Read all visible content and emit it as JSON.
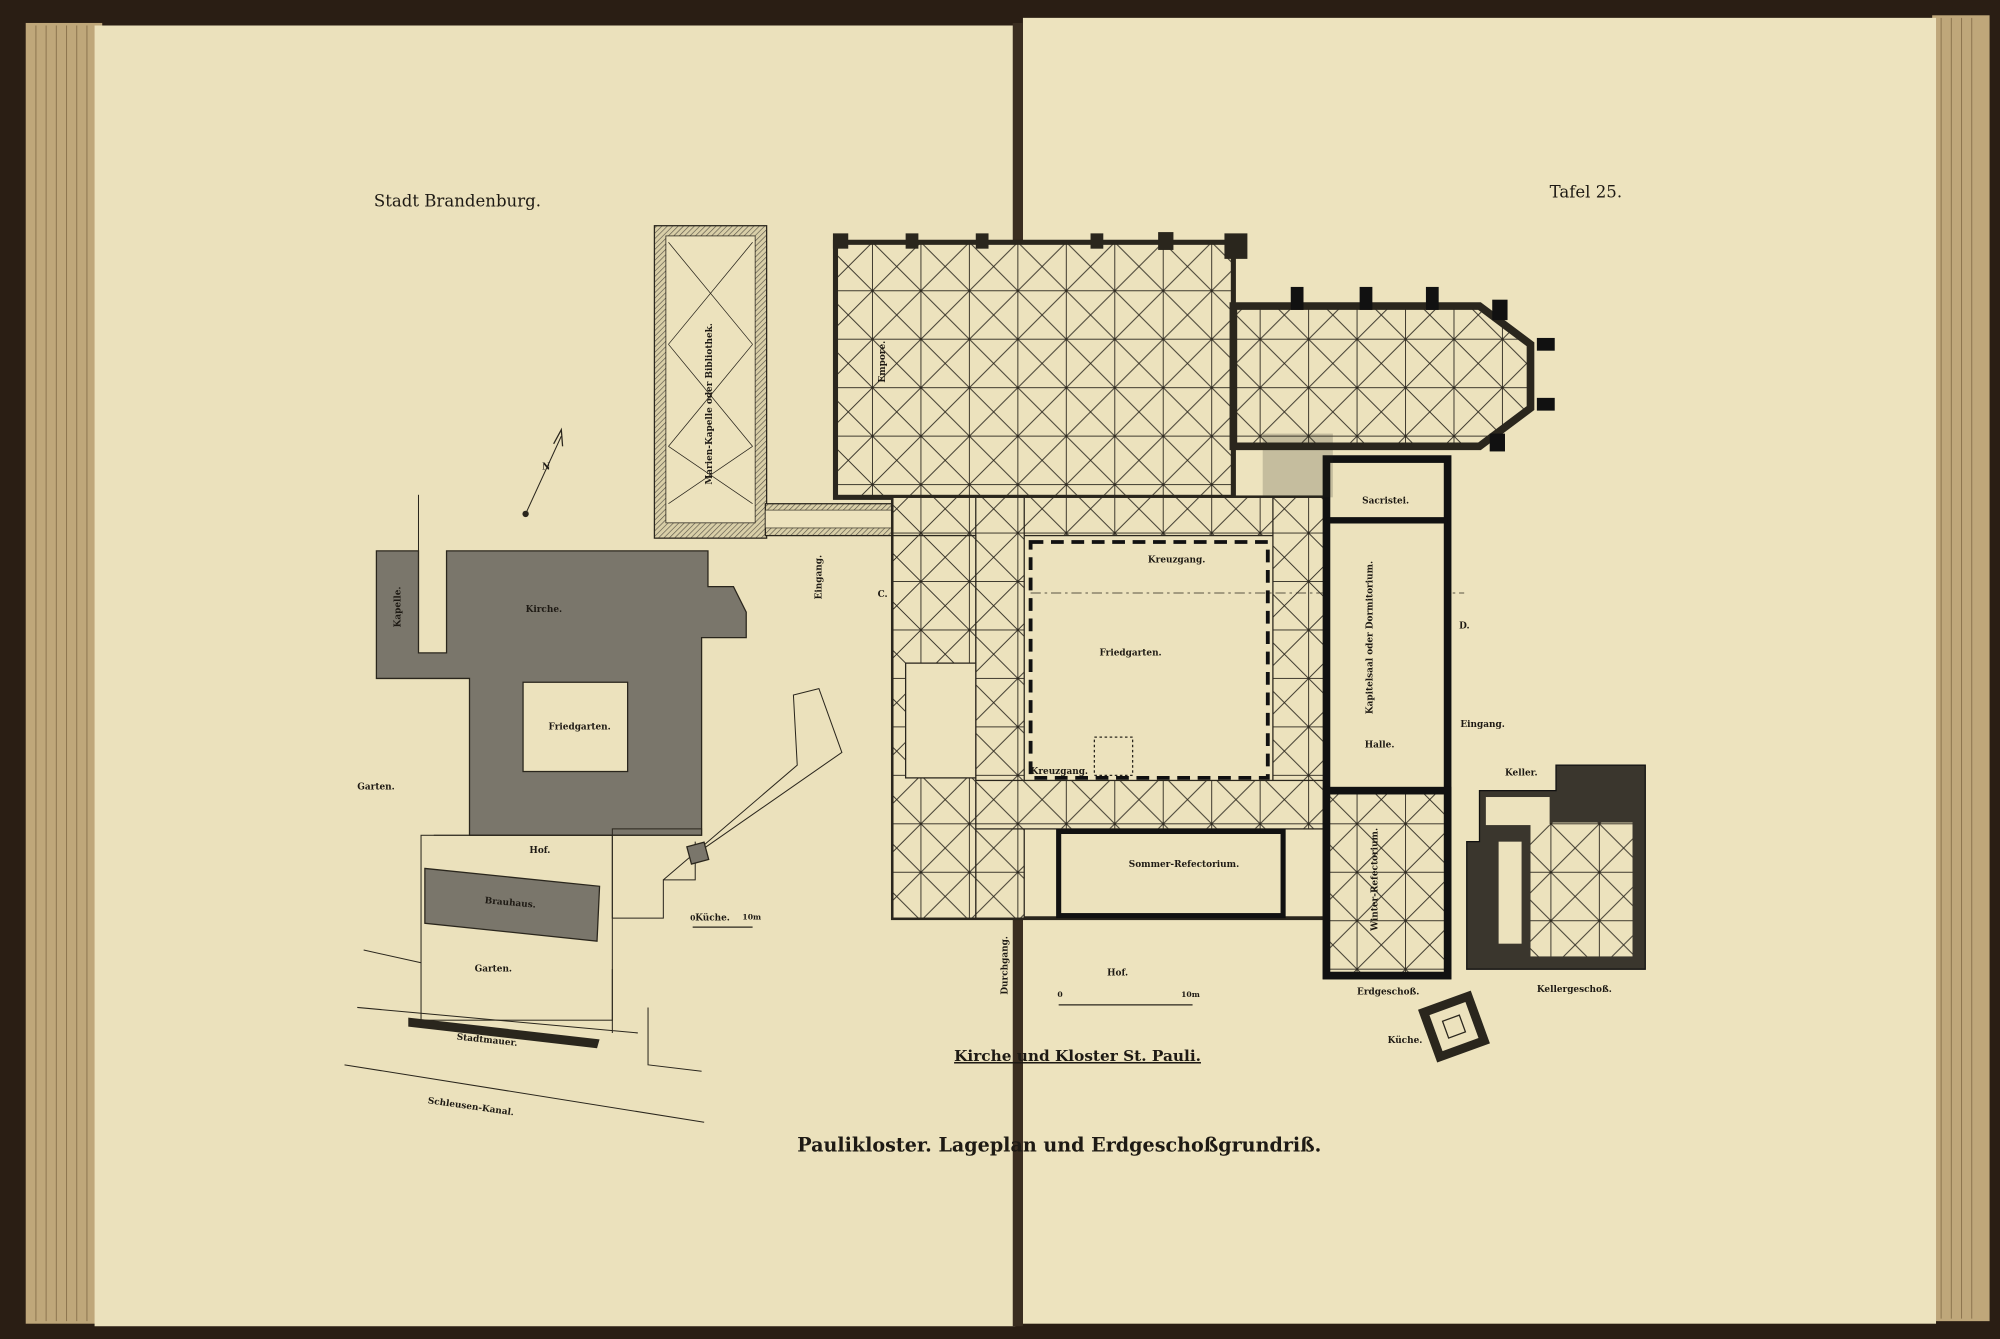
{
  "header": {
    "left": "Stadt Brandenburg.",
    "right": "Tafel 25."
  },
  "site_plan": {
    "labels": {
      "kirche": "Kirche.",
      "kapelle": "Kapelle.",
      "friedgarten": "Friedgarten.",
      "garten_left": "Garten.",
      "hof": "Hof.",
      "brauhaus": "Brauhaus.",
      "garten": "Garten.",
      "stadtmauer": "Stadtmauer.",
      "kanal": "Schleusen-Kanal.",
      "kueche": "Küche.",
      "north": "N"
    },
    "scale": {
      "zero": "0",
      "ten": "10m"
    }
  },
  "floor_plan": {
    "labels": {
      "bibliothek": "Marien-Kapelle oder Bibliothek.",
      "empore": "Empore.",
      "eingang_west": "Eingang.",
      "section_c": "C.",
      "kreuzgang_north": "Kreuzgang.",
      "friedgarten": "Friedgarten.",
      "kreuzgang_south": "Kreuzgang.",
      "sommer_refectorium": "Sommer-Refectorium.",
      "sacristei": "Sacristei.",
      "kapitelsaal": "Kapitelsaal oder Dormitorium.",
      "section_d": "D.",
      "eingang_east": "Eingang.",
      "halle": "Halle.",
      "keller": "Keller.",
      "winter_refectorium": "Winter-Refectorium.",
      "durchgang": "Durchgang.",
      "hof": "Hof.",
      "erdgeschoss": "Erdgeschoß.",
      "kellergeschoss": "Kellergeschoß.",
      "kueche": "Küche."
    },
    "scale": {
      "zero": "0",
      "ten": "10m"
    },
    "title": "Kirche und Kloster St. Pauli."
  },
  "caption": "Paulikloster. Lageplan und Erdgeschoßgrundriß.",
  "colors": {
    "paper": "#ece2bd",
    "ink": "#1e1a14",
    "hatch": "#6b665a",
    "binding": "#2a1e14"
  }
}
